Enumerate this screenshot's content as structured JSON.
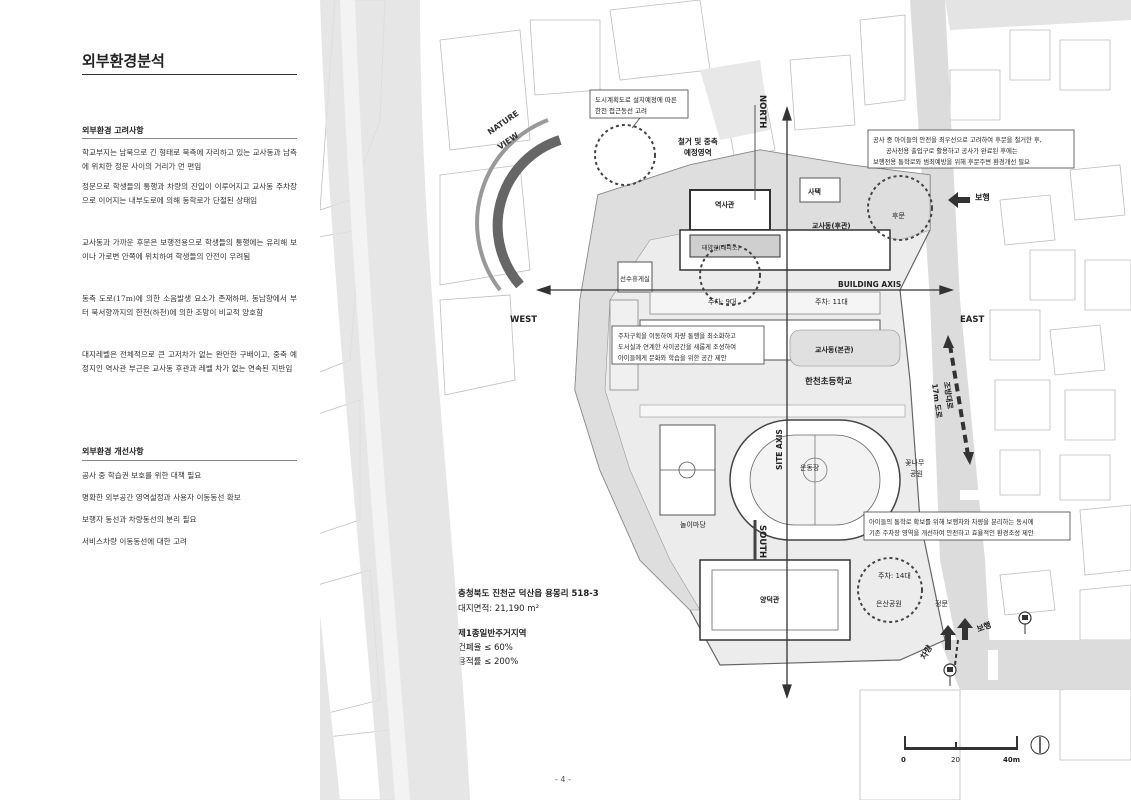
{
  "page": {
    "title": "외부환경분석",
    "page_number": "- 4 -"
  },
  "considerations": {
    "heading": "외부환경 고려사항",
    "paragraphs": [
      "학교부지는 남북으로 긴 형태로 북측에 자리하고 있는 교사동과 남측에 위치한 정문 사이의 거리가 먼 편임",
      "정문으로 학생들의 통행과 차량의 진입이 이루어지고 교사동 주차장으로 이어지는 내부도로에 의해 동학로가 단절된 상태임",
      "교사동과 가까운 후문은 보행전용으로 학생들의 통행에는 유리해 보이나 가로변 안쪽에 위치하여 학생들의 안전이 우려됨",
      "동측 도로(17m)에 의한 소음발생 요소가 존재하며, 동남향에서 부터 북서향까지의 한천(하천)에 의한 조망이 비교적 양호함",
      "대지레벨은 전체적으로 큰 고저차가 없는 완만한 구배이고, 중축 예정지인 역사관 부근은 교사동 후관과 레벨 차가 없는 연속된 지반임"
    ]
  },
  "improvements": {
    "heading": "외부환경 개선사항",
    "items": [
      "공사 중 학습권 보호를 위한 대책 필요",
      "명확한 외부공간 영역설정과 사용자 이동동선 확보",
      "보행자 동선과 차량동선의 분리 필요",
      "서비스차량 이동동선에 대한 고려"
    ]
  },
  "map": {
    "axes": {
      "north": "NORTH",
      "south": "SOUTH",
      "west": "WEST",
      "east": "EAST",
      "building": "BUILDING AXIS",
      "site": "SITE AXIS",
      "nature_view_1": "NATURE",
      "nature_view_2": "VIEW"
    },
    "labels": {
      "demolish_1": "철거 및 중축",
      "demolish_2": "예정영역",
      "history_hall": "역사관",
      "dorm": "사택",
      "back_gate": "후문",
      "rear_school": "교사동(후관)",
      "solar_hall": "태양관(대피소)",
      "athlete_lounge": "선수휴게실",
      "parking_north": "주차: 9대",
      "parking_east": "주차: 11대",
      "main_school": "교사동(본관)",
      "school_name": "한천초등학교",
      "playground": "운동장",
      "play_yard": "놀이마당",
      "flower_garden_1": "꽃나무",
      "flower_garden_2": "공원",
      "gym": "양덕관",
      "parking_south": "주차: 14대",
      "park": "은산공원",
      "main_gate": "정문",
      "walk_east": "보행",
      "walk_south": "보행",
      "vehicle": "차량",
      "road_width_1": "조방대로",
      "road_width_2": "17m 도로"
    },
    "callouts": {
      "north_1": "도시계획도로 설치예정에 따른",
      "north_2": "한천 접근동선 고려",
      "east_1": "공사 중 아이들의 안전을 최우선으로 고려하여 후문을 철거한 후,",
      "east_2": "공사전용 출입구로 활용하고 공사가 완료된 후에는",
      "east_3": "보행전용 통학로와 범죄예방을 위해 후문주변 환경개선 필요",
      "center_1": "주차구획을 이동하여 차량 통행을 최소화하고",
      "center_2": "도서실과 연계한 사이공간을 새롭게 조성하여",
      "center_3": "아이들에게 문화와 학습을 위한 공간 제안",
      "south_1": "아이들의 통학로 확보를 위해 보행자와 차량을 분리하는 동시에",
      "south_2": "기존 주차장 영역을 개선하여 안전하고 효율적인 환경조성 제안"
    },
    "site_info": {
      "address": "충청북도 진천군 덕산읍 용몽리 518-3",
      "area": "대지면적: 21,190 m²",
      "zone": "제1종일반주거지역",
      "coverage": "건폐율 ≤ 60%",
      "far": "용적률 ≤ 200%"
    },
    "scale": {
      "zero": "0",
      "twenty": "20",
      "forty": "40m"
    }
  },
  "colors": {
    "road": "#dcdcdc",
    "building_outline": "#9a9a9a",
    "site_fill": "#ececec",
    "text": "#222222"
  }
}
